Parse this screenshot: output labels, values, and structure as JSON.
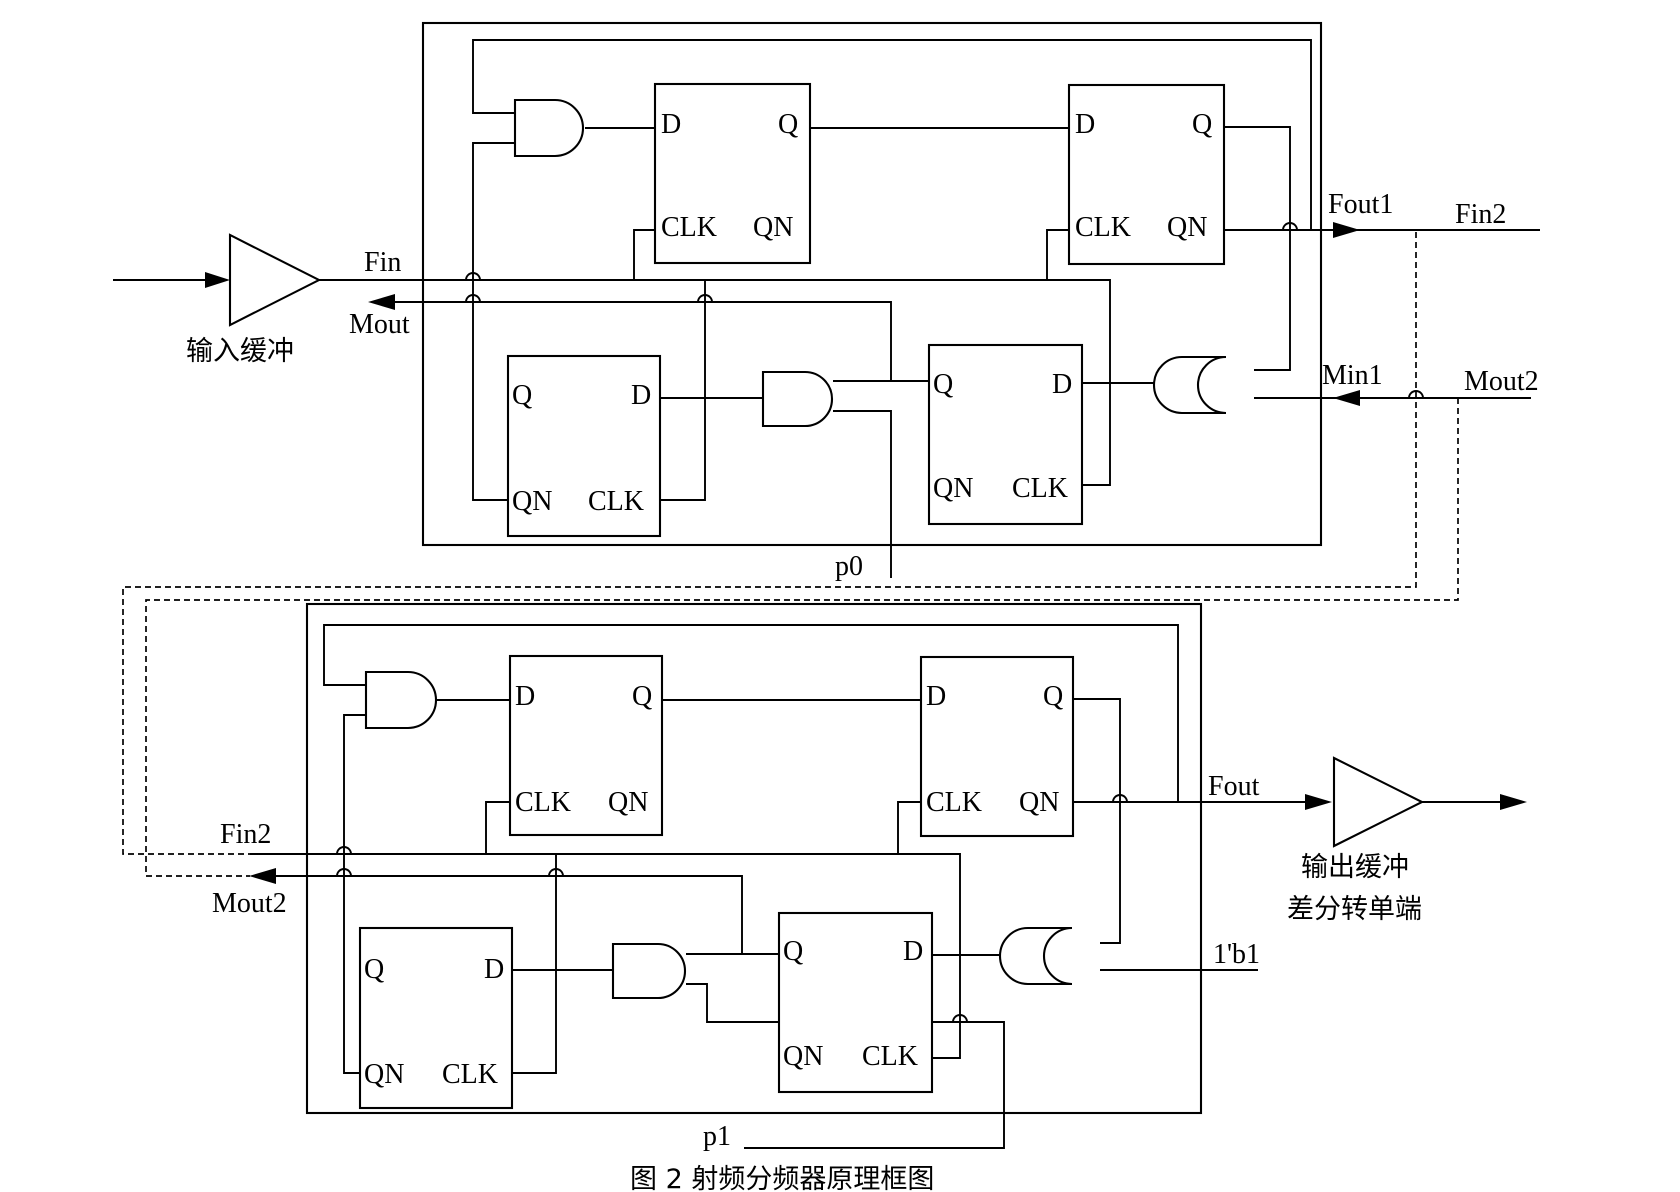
{
  "signals": {
    "fin": "Fin",
    "mout": "Mout",
    "fout1": "Fout1",
    "fin2_top": "Fin2",
    "min1": "Min1",
    "mout2_top": "Mout2",
    "p0": "p0",
    "fin2_bottom": "Fin2",
    "mout2_bottom": "Mout2",
    "fout": "Fout",
    "const_1b1": "1'b1",
    "p1": "p1"
  },
  "buffers": {
    "input": "输入缓冲",
    "output_line1": "输出缓冲",
    "output_line2": "差分转单端"
  },
  "flipflop": {
    "d": "D",
    "q": "Q",
    "clk": "CLK",
    "qn": "QN"
  },
  "caption": "图 2   射频分频器原理框图"
}
